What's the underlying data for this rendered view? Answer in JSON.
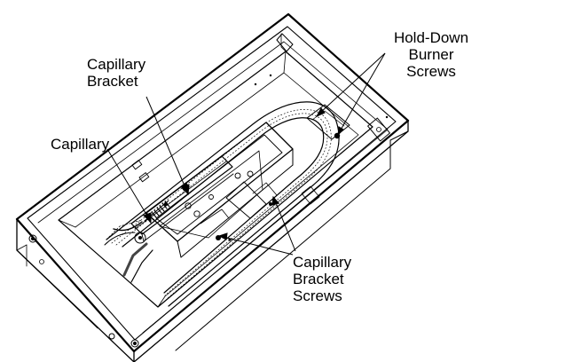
{
  "callouts": {
    "capillary_bracket": [
      "Capillary",
      "Bracket"
    ],
    "capillary": [
      "Capillary"
    ],
    "hold_down_burner_screws": [
      "Hold-Down",
      "Burner",
      "Screws"
    ],
    "capillary_bracket_screws": [
      "Capillary",
      "Bracket",
      "Screws"
    ]
  }
}
